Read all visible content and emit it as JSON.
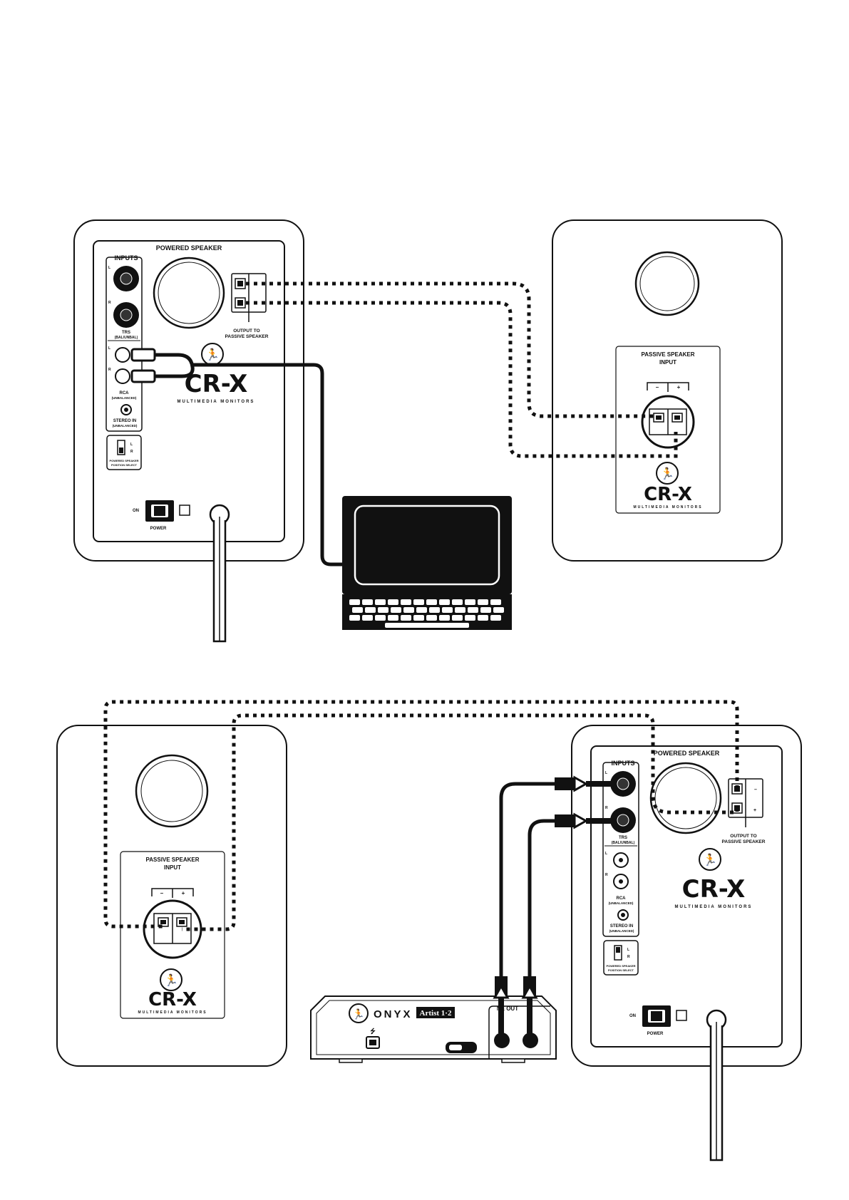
{
  "diagram_top": {
    "powered_speaker": {
      "title": "POWERED SPEAKER",
      "inputs_label": "INPUTS",
      "l": "L",
      "r": "R",
      "trs_label": "TRS",
      "trs_sub": "(BAL/UNBAL)",
      "rca_label": "RCA",
      "rca_sub": "(UNBALANCED)",
      "stereo_label": "STEREO IN",
      "stereo_sub": "(UNBALANCED)",
      "position_l": "L",
      "position_r": "R",
      "position_label": "POWERED SPEAKER",
      "position_sub": "POSITION SELECT",
      "output_label": "OUTPUT TO",
      "output_sub": "PASSIVE SPEAKER",
      "brand": "CR-X",
      "brand_sub": "MULTIMEDIA MONITORS",
      "on_label": "ON",
      "power_label": "POWER"
    },
    "passive_speaker": {
      "title": "PASSIVE SPEAKER",
      "title_sub": "INPUT",
      "minus": "–",
      "plus": "+",
      "brand": "CR-X",
      "brand_sub": "MULTIMEDIA MONITORS"
    }
  },
  "diagram_bottom": {
    "passive_speaker": {
      "title": "PASSIVE SPEAKER",
      "title_sub": "INPUT",
      "minus": "–",
      "plus": "+",
      "brand": "CR-X",
      "brand_sub": "MULTIMEDIA MONITORS"
    },
    "powered_speaker": {
      "title": "POWERED SPEAKER",
      "inputs_label": "INPUTS",
      "l": "L",
      "r": "R",
      "trs_label": "TRS",
      "trs_sub": "(BAL/UNBAL)",
      "rca_label": "RCA",
      "rca_sub": "(UNBALANCED)",
      "stereo_label": "STEREO IN",
      "stereo_sub": "(UNBALANCED)",
      "position_l": "L",
      "position_r": "R",
      "position_label": "POWERED SPEAKER",
      "position_sub": "POSITION SELECT",
      "output_label": "OUTPUT TO",
      "output_sub": "PASSIVE SPEAKER",
      "brand": "CR-X",
      "brand_sub": "MULTIMEDIA MONITORS",
      "on_label": "ON",
      "power_label": "POWER"
    },
    "interface": {
      "brand": "ONYX",
      "model": "Artist 1·2",
      "line_out": "NE OUT",
      "usb_symbol": "⭍"
    }
  },
  "colors": {
    "ink": "#111111",
    "paper": "#ffffff"
  }
}
